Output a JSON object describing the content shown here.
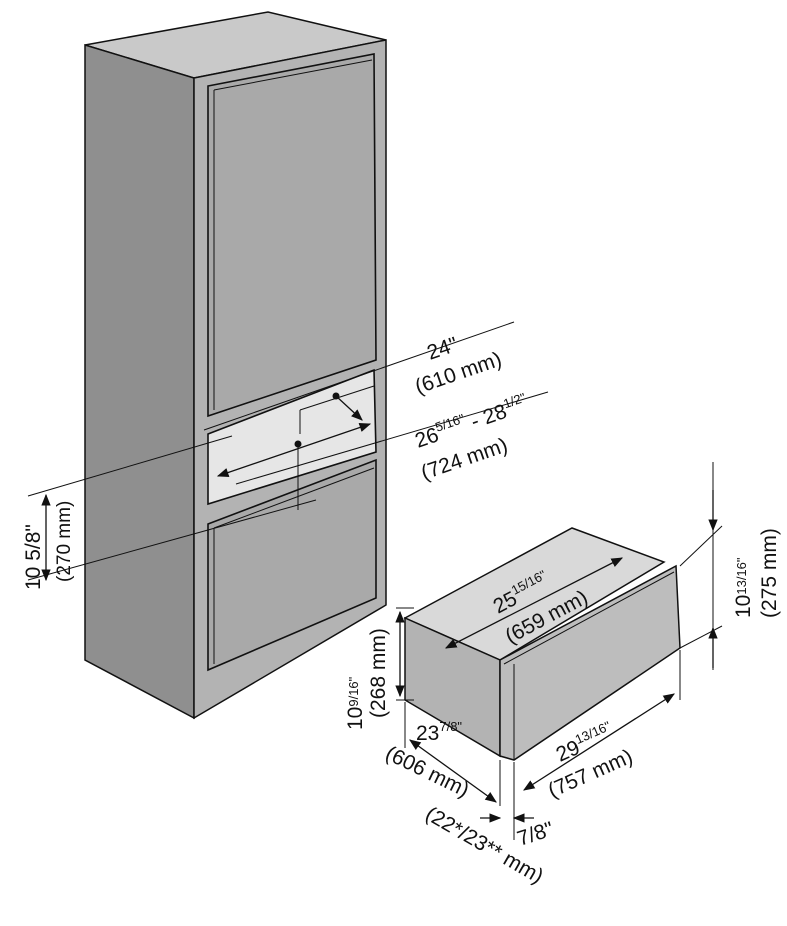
{
  "colors": {
    "cabinet_front": "#b3b3b3",
    "cabinet_side": "#8f8f8f",
    "cabinet_top": "#c9c9c9",
    "panel": "#a9a9a9",
    "niche": "#e6e6e6",
    "drawer_top": "#d9d9d9",
    "drawer_front": "#bdbdbd",
    "line": "#111111"
  },
  "labels": {
    "niche_width": {
      "main": "24\"",
      "metric": "(610 mm)"
    },
    "niche_depth": {
      "main": "26",
      "sup_a": "5/16\"",
      "mid": " - 28",
      "sup_b": "1/2\"",
      "metric": "(724 mm)"
    },
    "niche_height": {
      "main": "10 5/8\"",
      "metric": "(270 mm)"
    },
    "drawer_depth": {
      "main": "25",
      "sup": "15/16\"",
      "metric": "(659 mm)"
    },
    "front_height": {
      "main": "10",
      "sup": "13/16\"",
      "metric": "(275 mm)"
    },
    "drawer_height": {
      "main": "10",
      "sup": "9/16\"",
      "metric": "(268 mm)"
    },
    "drawer_width": {
      "main": "23",
      "sup": "7/8\"",
      "metric": "(606 mm)"
    },
    "front_width": {
      "main": "29",
      "sup": "13/16\"",
      "metric": "(757 mm)"
    },
    "front_thickness": {
      "main": "7/8\"",
      "metric": "(22*/23** mm)"
    }
  }
}
